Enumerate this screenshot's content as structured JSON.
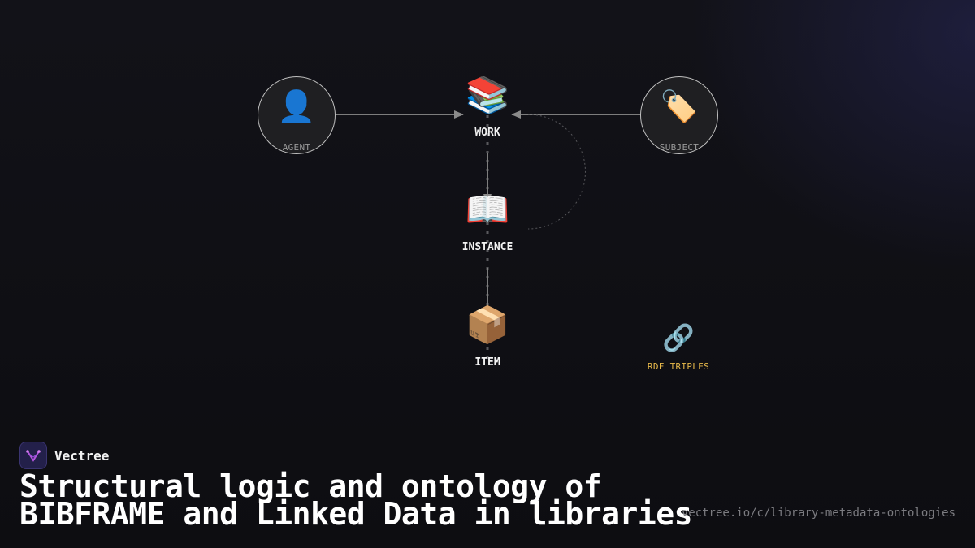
{
  "diagram": {
    "nodes": {
      "agent": {
        "label": "AGENT",
        "icon": "👤",
        "icon_name": "person-icon"
      },
      "work": {
        "label": "WORK",
        "icon": "📚",
        "icon_name": "books-icon"
      },
      "subject": {
        "label": "SUBJECT",
        "icon": "🏷️",
        "icon_name": "tag-icon"
      },
      "instance": {
        "label": "INSTANCE",
        "icon": "📖",
        "icon_name": "open-book-icon"
      },
      "item": {
        "label": "ITEM",
        "icon": "📦",
        "icon_name": "package-icon"
      },
      "rdf": {
        "label": "RDF TRIPLES",
        "icon": "🔗",
        "icon_name": "link-icon"
      }
    },
    "colors": {
      "node_border": "#bfbfbf",
      "arrow": "#8a8a8a",
      "rdf_label": "#e6b84a"
    }
  },
  "brand": {
    "name": "Vectree"
  },
  "title": {
    "line1": "Structural logic and ontology of",
    "line2": "BIBFRAME and Linked Data in libraries"
  },
  "url": "vectree.io/c/library-metadata-ontologies"
}
